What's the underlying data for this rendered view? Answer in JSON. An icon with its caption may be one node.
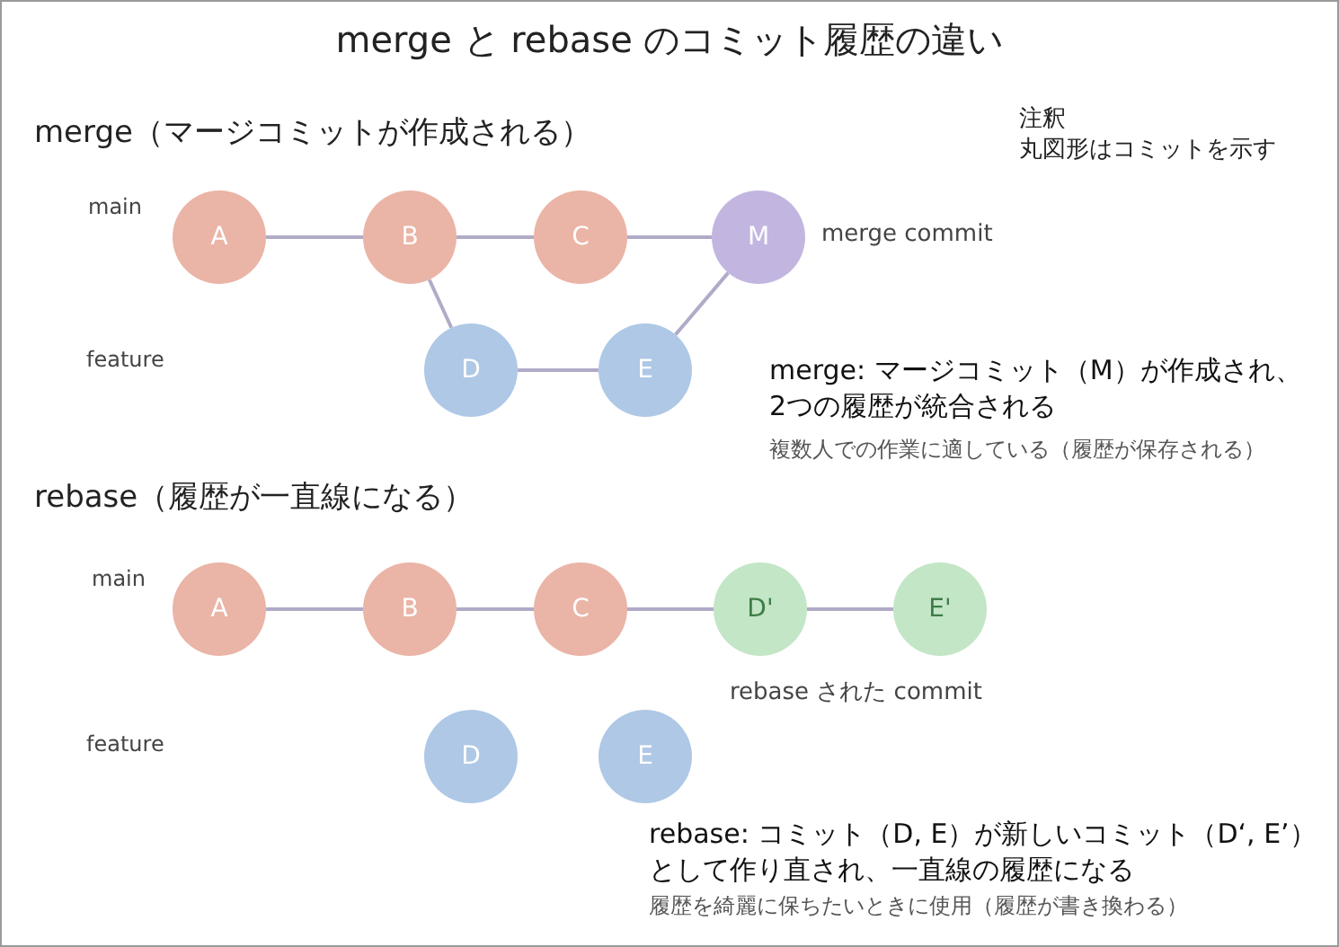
{
  "diagram": {
    "title": "merge と rebase のコミット履歴の違い",
    "nodes": [
      {
        "text": [
          "A"
        ]
      },
      {
        "text": [
          "B"
        ]
      },
      {
        "text": [
          "C"
        ]
      },
      {
        "text": [
          "M"
        ],
        "beside": [
          "merge commit"
        ]
      },
      {
        "text": [
          "D"
        ]
      },
      {
        "text": [
          "E"
        ]
      },
      {
        "text": [
          "A"
        ]
      },
      {
        "text": [
          "B"
        ]
      },
      {
        "text": [
          "C"
        ]
      },
      {
        "text": [
          "D'"
        ]
      },
      {
        "text": [
          "E'"
        ]
      },
      {
        "text": [
          "D"
        ]
      },
      {
        "text": [
          "E"
        ]
      }
    ],
    "edges": [
      {
        "from": 0,
        "to": 1,
        "arrow": "none"
      },
      {
        "from": 1,
        "to": 2,
        "arrow": "none"
      },
      {
        "from": 2,
        "to": 3,
        "arrow": "none"
      },
      {
        "from": 1,
        "to": 4,
        "arrow": "none"
      },
      {
        "from": 4,
        "to": 5,
        "arrow": "none"
      },
      {
        "from": 5,
        "to": 3,
        "arrow": "none"
      },
      {
        "from": 6,
        "to": 7,
        "arrow": "none"
      },
      {
        "from": 7,
        "to": 8,
        "arrow": "none"
      },
      {
        "from": 8,
        "to": 9,
        "arrow": "none"
      },
      {
        "from": 9,
        "to": 10,
        "arrow": "none"
      }
    ],
    "labels": [
      "merge（マージコミットが作成される）",
      "注釈",
      "丸図形はコミットを示す",
      "main",
      "feature",
      "merge: マージコミット（M）が作成され、2つの履歴が統合される",
      "複数人での作業に適している（履歴が保存される）",
      "rebase（履歴が一直線になる）",
      "main",
      "rebase された commit",
      "feature",
      "rebase: コミット（D, E）が新しいコミット（D‘, E’）として作り直され、一直線の履歴になる",
      "履歴を綺麗に保ちたいときに使用（履歴が書き換わる）"
    ]
  }
}
